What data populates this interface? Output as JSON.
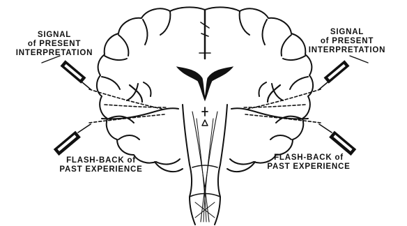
{
  "labels": {
    "left_signal": [
      "SIGNAL",
      "of PRESENT",
      "INTERPRETATION"
    ],
    "right_signal": [
      "SIGNAL",
      "of PRESENT",
      "INTERPRETATION"
    ],
    "left_flashback": [
      "FLASH-BACK of",
      "PAST EXPERIENCE"
    ],
    "right_flashback": [
      "FLASH-BACK of",
      "PAST EXPERIENCE"
    ]
  },
  "colors": {
    "ink": "#111111",
    "paper": "#ffffff"
  }
}
